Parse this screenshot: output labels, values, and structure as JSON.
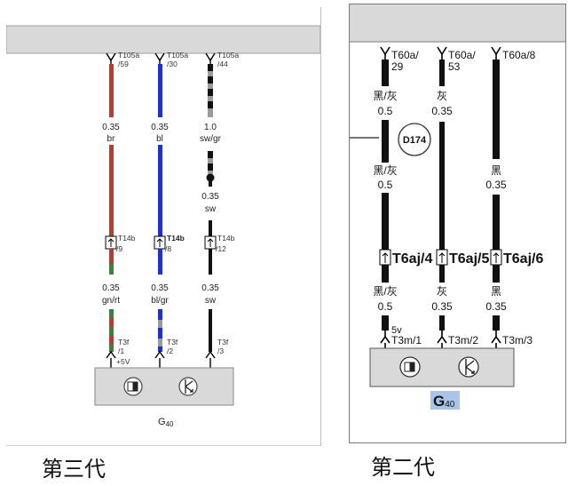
{
  "left": {
    "caption": "第三代",
    "component": "G",
    "component_sub": "40",
    "wires": [
      {
        "top_pin": [
          "T105a",
          "/59"
        ],
        "seg1": {
          "size": "0.35",
          "color": "br"
        },
        "seg2": {
          "size": "",
          "color": ""
        },
        "mid_pin": [
          "T14b",
          "/9"
        ],
        "seg3": {
          "size": "0.35",
          "color": "gn/rt"
        },
        "bot_pin": [
          "T3f",
          "/1"
        ],
        "extra": "+5V",
        "colors": {
          "top": "#c0392b",
          "mid": "#c0392b",
          "bottom": "#2e8b2e",
          "bottom_alt": "#d32f2f"
        }
      },
      {
        "top_pin": [
          "T105a",
          "/30"
        ],
        "seg1": {
          "size": "0.35",
          "color": "bl"
        },
        "seg2": {
          "size": "",
          "color": ""
        },
        "mid_pin": [
          "T14b",
          "/8"
        ],
        "seg3": {
          "size": "0.35",
          "color": "bl/gr"
        },
        "bot_pin": [
          "T3f",
          "/2"
        ],
        "extra": "",
        "colors": {
          "top": "#1f2fd6",
          "mid": "#1f2fd6",
          "bottom": "#1f2fd6",
          "bottom_alt": "#9a9a9a"
        }
      },
      {
        "top_pin": [
          "T105a",
          "/44"
        ],
        "seg1": {
          "size": "1.0",
          "color": "sw/gr"
        },
        "seg2": {
          "size": "0.35",
          "color": "sw"
        },
        "mid_pin": [
          "T14b",
          "/12"
        ],
        "seg3": {
          "size": "0.35",
          "color": "sw"
        },
        "bot_pin": [
          "T3f",
          "/3"
        ],
        "extra": "",
        "colors": {
          "top": "#111111",
          "mid": "#111111",
          "bottom": "#111111",
          "bottom_alt": "#9a9a9a"
        }
      }
    ]
  },
  "right": {
    "caption": "第二代",
    "component": "G",
    "component_sub": "40",
    "wires": [
      {
        "top_pin": [
          "T60a/",
          "29"
        ],
        "seg1": {
          "color": "黑/灰",
          "size": "0.5"
        },
        "seg2": {
          "color": "黑/灰",
          "size": "0.5"
        },
        "mid_pin": "T6aj/4",
        "seg3": {
          "color": "黑/灰",
          "size": "0.5"
        },
        "bot_pin": "T3m/1",
        "extra": "5v"
      },
      {
        "top_pin": [
          "T60a/",
          "53"
        ],
        "seg1": {
          "color": "灰",
          "size": "0.35"
        },
        "seg2": {
          "color": "",
          "size": ""
        },
        "mid_pin": "T6aj/5",
        "seg3": {
          "color": "灰",
          "size": "0.35"
        },
        "bot_pin": "T3m/2",
        "extra": ""
      },
      {
        "top_pin": [
          "T60a/8",
          ""
        ],
        "seg1": {
          "color": "",
          "size": ""
        },
        "seg2": {
          "color": "黑",
          "size": "0.35"
        },
        "mid_pin": "T6aj/6",
        "seg3": {
          "color": "黑",
          "size": "0.35"
        },
        "bot_pin": "T3m/3",
        "extra": ""
      }
    ],
    "splice": "D174"
  },
  "colors": {
    "header": "#d9d9d9",
    "box": "#d9d9d9",
    "component_highlight": "#a9c4e6"
  },
  "icons": [
    "half-filled-square-icon",
    "sensor-arrow-icon",
    "connector-pin-icon",
    "splice-dot-icon"
  ]
}
